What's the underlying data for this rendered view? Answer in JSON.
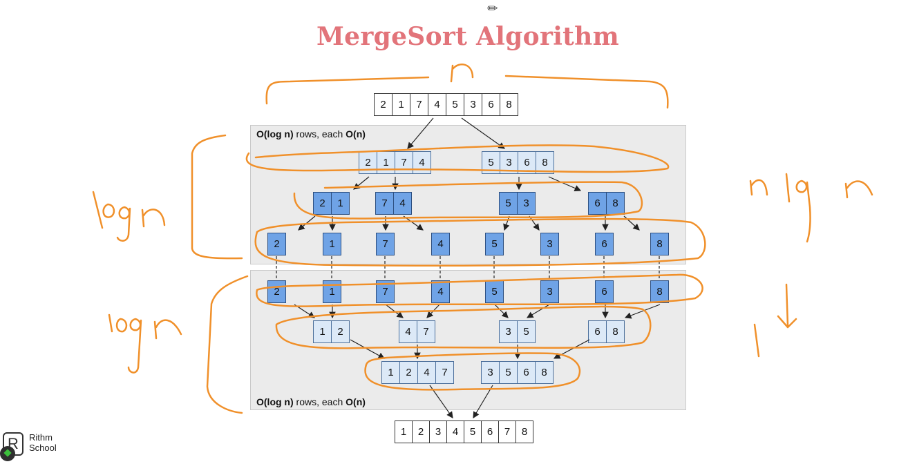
{
  "title": "MergeSort Algorithm",
  "caption_top": {
    "strong1": "O(log n)",
    "mid": " rows, each ",
    "strong2": "O(n)"
  },
  "caption_bottom": {
    "strong1": "O(log n)",
    "mid": " rows, each ",
    "strong2": "O(n)"
  },
  "arrays": {
    "input": [
      "2",
      "1",
      "7",
      "4",
      "5",
      "3",
      "6",
      "8"
    ],
    "split1_left": [
      "2",
      "1",
      "7",
      "4"
    ],
    "split1_right": [
      "5",
      "3",
      "6",
      "8"
    ],
    "split2": [
      [
        "2",
        "1"
      ],
      [
        "7",
        "4"
      ],
      [
        "5",
        "3"
      ],
      [
        "6",
        "8"
      ]
    ],
    "singles_top": [
      "2",
      "1",
      "7",
      "4",
      "5",
      "3",
      "6",
      "8"
    ],
    "singles_bottom": [
      "2",
      "1",
      "7",
      "4",
      "5",
      "3",
      "6",
      "8"
    ],
    "merge1": [
      [
        "1",
        "2"
      ],
      [
        "4",
        "7"
      ],
      [
        "3",
        "5"
      ],
      [
        "6",
        "8"
      ]
    ],
    "merge2_left": [
      "1",
      "2",
      "4",
      "7"
    ],
    "merge2_right": [
      "3",
      "5",
      "6",
      "8"
    ],
    "output": [
      "1",
      "2",
      "3",
      "4",
      "5",
      "6",
      "7",
      "8"
    ]
  },
  "annotations": {
    "top_bracket_label": "n",
    "left_upper_label": "log n",
    "left_lower_label": "log n",
    "right_label": "n log n",
    "right_lower_label": "1"
  },
  "logo": {
    "line1": "Rithm",
    "line2": "School",
    "mark": "R"
  },
  "colors": {
    "title": "#e2747a",
    "annotation": "#f0902a",
    "blue_cell": "#6fa3e6",
    "light_cell": "#dce9f7",
    "panel": "#ebebeb"
  }
}
